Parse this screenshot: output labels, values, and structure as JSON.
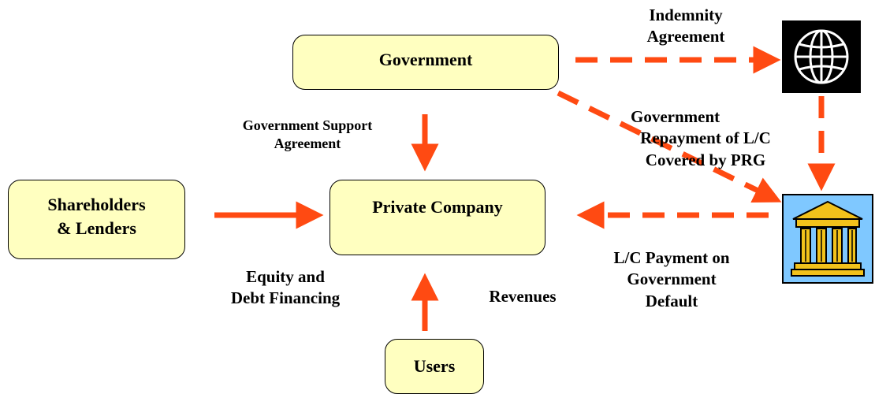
{
  "nodes": {
    "government": "Government",
    "private_company": "Private Company",
    "shareholders_line1": "Shareholders",
    "shareholders_line2": "& Lenders",
    "users": "Users"
  },
  "labels": {
    "indemnity_line1": "Indemnity",
    "indemnity_line2": "Agreement",
    "gov_support_line1": "Government Support",
    "gov_support_line2": "Agreement",
    "gov_repayment_line1": "Government",
    "gov_repayment_line2": "Repayment of L/C",
    "gov_repayment_line3": "Covered by PRG",
    "equity_line1": "Equity and",
    "equity_line2": "Debt Financing",
    "revenues": "Revenues",
    "lc_payment_line1": "L/C Payment on",
    "lc_payment_line2": "Government",
    "lc_payment_line3": "Default"
  },
  "icons": {
    "world_bank": "globe-logo-icon",
    "commercial_bank": "bank-building-icon"
  },
  "colors": {
    "arrow": "#ff4a12",
    "box_fill": "#ffffc0",
    "bank_background": "#7fc8ff",
    "bank_building": "#f2c21b"
  }
}
